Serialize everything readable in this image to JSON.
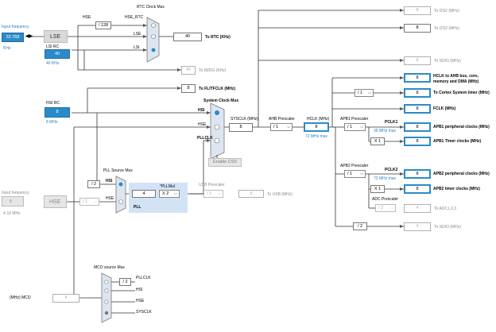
{
  "left": {
    "input_frequency_label": "Input frequency",
    "lse_freq_value": "32.768",
    "lse_unit": "KHz",
    "lse_label": "LSE",
    "lsi_rc_label": "LSI RC",
    "lsi_value": "40",
    "lsi_unit": "40 KHz",
    "hsi_rc_label": "HSI RC",
    "hsi_value": "8",
    "hsi_unit": "8 MHz",
    "hse_input_label": "Input frequency",
    "hse_freq_value": "8",
    "hse_range": "4-16 MHz",
    "hse_label": "HSE",
    "mco_label": "(MHz) MCO",
    "mco_value": "8"
  },
  "rtc": {
    "mux_title": "RTC Clock Mux",
    "hse_label": "HSE",
    "hse_rtc_label": "HSE_RTC",
    "div128": "/ 128",
    "lse_in": "LSE",
    "lsi_in": "LSI",
    "rtc_value": "40",
    "rtc_label": "To RTC (KHz)",
    "iwdg_value": "40",
    "iwdg_label": "To IWDG (KHz)",
    "flitf_value": "8",
    "flitf_label": "To FLITFCLK (MHz)"
  },
  "sys": {
    "mux_title": "System Clock Mux",
    "hsi": "HSI",
    "hse": "HSE",
    "pllclk": "PLLCLK",
    "enable_css": "Enable CSS",
    "sysclk_label": "SYSCLK (MHz)",
    "sysclk_value": "8",
    "ahb_label": "AHB Prescaler",
    "ahb_value": "/ 1",
    "hclk_label": "HCLK (MHz)",
    "hclk_value": "8",
    "hclk_max": "72 MHz max"
  },
  "pll": {
    "src_title": "PLL Source Mux",
    "hsi_div": "/ 2",
    "hsi": "HSI",
    "hse": "HSE",
    "hse_div": "/ 1",
    "pll_label": "PLL",
    "pll_value": "4",
    "pllmul_label": "*PLLMul",
    "pllmul_value": "X 2",
    "usb_label": "USB Prescaler",
    "usb_div": "/ 1",
    "usb_value": "8",
    "usb_out": "To USB (MHz)"
  },
  "outputs": {
    "i2s2_value": "8",
    "i2s2_label": "To I2S2 (MHz)",
    "i2s3_value": "8",
    "i2s3_label": "To I2S3 (MHz)",
    "sdio_value": "8",
    "sdio_label": "To SDIO (MHz)",
    "hclk_ahb_value": "8",
    "hclk_ahb_label_1": "HCLK to AHB bus, core,",
    "hclk_ahb_label_2": "memory and DMA (MHz)",
    "cortex_div": "/ 1",
    "cortex_value": "8",
    "cortex_label": "To Cortex System timer (MHz)",
    "fclk_value": "8",
    "fclk_label": "FCLK (MHz)",
    "apb1_label": "APB1 Prescaler",
    "apb1_div": "/ 1",
    "pclk1_label": "PCLK1",
    "pclk1_max": "36 MHz max",
    "apb1_periph_value": "8",
    "apb1_periph_label": "APB1 peripheral clocks (MHz)",
    "apb1_timer_mul": "X 1",
    "apb1_timer_value": "8",
    "apb1_timer_label": "APB1 Timer clocks (MHz)",
    "apb2_label": "APB2 Prescaler",
    "apb2_div": "/ 1",
    "pclk2_label": "PCLK2",
    "pclk2_max": "72 MHz max",
    "apb2_periph_value": "8",
    "apb2_periph_label": "APB2 peripheral clocks (MHz)",
    "apb2_timer_mul": "X 1",
    "apb2_timer_value": "8",
    "apb2_timer_label": "APB2 timer clocks (MHz)",
    "adc_label": "ADC Prescaler",
    "adc_div": "/ 2",
    "adc_value": "4",
    "adc_out": "To ADC1,2,3",
    "sdio2_div": "/ 2",
    "sdio2_value": "4",
    "sdio2_label": "To SDIO (MHz)"
  },
  "mco": {
    "title": "MCO source Mux",
    "div2": "/ 2",
    "pllclk": "PLLCLK",
    "hsi": "HSI",
    "hse": "HSE",
    "sysclk": "SYSCLK"
  },
  "colors": {
    "accent": "#2b8bc9",
    "wire": "#333333",
    "gray": "#b0b0b0"
  }
}
